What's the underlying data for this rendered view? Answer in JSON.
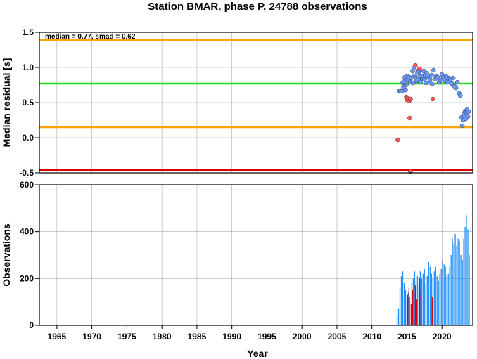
{
  "title": "Station BMAR, phase P, 24788 observations",
  "colors": {
    "grid": "#aaaaaa",
    "median_line": "#22dd22",
    "smad_lines": "#ffa500",
    "lower_line": "#dd0000",
    "point_fill_blue": "#6699ff",
    "point_fill_red": "#ff5555",
    "bar_blue": "#1e90ff",
    "bar_red": "#dd0000"
  },
  "chart_data": [
    {
      "type": "scatter",
      "panel": "top",
      "ylabel": "Median residual [s]",
      "xlim": [
        1962.5,
        2024.4
      ],
      "ylim": [
        -0.5,
        1.5
      ],
      "x_ticks": [
        1965,
        1970,
        1975,
        1980,
        1985,
        1990,
        1995,
        2000,
        2005,
        2010,
        2015,
        2020
      ],
      "y_ticks": [
        -0.5,
        0.0,
        0.5,
        1.0,
        1.5
      ],
      "y_tick_labels": [
        "-0.5",
        "0.0",
        "0.5",
        "1.0",
        "1.5"
      ],
      "grid": true,
      "annotation": "median = 0.77, smad = 0.62",
      "hlines": [
        {
          "y": 1.39,
          "color": "#ffa500"
        },
        {
          "y": 0.77,
          "color": "#22dd22"
        },
        {
          "y": 0.15,
          "color": "#ffa500"
        },
        {
          "y": -0.46,
          "color": "#dd0000"
        }
      ],
      "series": [
        {
          "color": "#6699ff",
          "points": [
            [
              2013.9,
              0.66
            ],
            [
              2014.1,
              0.67
            ],
            [
              2014.3,
              0.66
            ],
            [
              2014.4,
              0.78
            ],
            [
              2014.5,
              0.72
            ],
            [
              2014.6,
              0.8
            ],
            [
              2014.7,
              0.86
            ],
            [
              2014.8,
              0.68
            ],
            [
              2014.9,
              0.75
            ],
            [
              2015.0,
              0.88
            ],
            [
              2015.1,
              0.82
            ],
            [
              2015.3,
              0.86
            ],
            [
              2015.5,
              0.79
            ],
            [
              2015.6,
              0.85
            ],
            [
              2015.8,
              0.95
            ],
            [
              2015.9,
              0.78
            ],
            [
              2016.0,
              0.99
            ],
            [
              2016.1,
              0.88
            ],
            [
              2016.3,
              0.85
            ],
            [
              2016.4,
              0.81
            ],
            [
              2016.5,
              0.93
            ],
            [
              2016.6,
              0.83
            ],
            [
              2016.7,
              0.96
            ],
            [
              2016.8,
              0.9
            ],
            [
              2016.9,
              0.79
            ],
            [
              2017.0,
              0.87
            ],
            [
              2017.2,
              0.84
            ],
            [
              2017.3,
              0.88
            ],
            [
              2017.4,
              0.95
            ],
            [
              2017.5,
              0.83
            ],
            [
              2017.6,
              0.89
            ],
            [
              2017.7,
              0.78
            ],
            [
              2017.8,
              0.92
            ],
            [
              2017.9,
              0.86
            ],
            [
              2018.0,
              0.88
            ],
            [
              2018.2,
              0.79
            ],
            [
              2018.3,
              0.83
            ],
            [
              2018.5,
              0.89
            ],
            [
              2018.6,
              0.76
            ],
            [
              2018.8,
              0.96
            ],
            [
              2019.0,
              0.83
            ],
            [
              2019.2,
              0.88
            ],
            [
              2019.4,
              0.86
            ],
            [
              2019.6,
              0.79
            ],
            [
              2019.8,
              0.82
            ],
            [
              2020.0,
              0.9
            ],
            [
              2020.2,
              0.86
            ],
            [
              2020.4,
              0.81
            ],
            [
              2020.6,
              0.87
            ],
            [
              2020.8,
              0.79
            ],
            [
              2021.0,
              0.85
            ],
            [
              2021.2,
              0.83
            ],
            [
              2021.4,
              0.77
            ],
            [
              2021.6,
              0.85
            ],
            [
              2021.8,
              0.73
            ],
            [
              2022.0,
              0.71
            ],
            [
              2022.2,
              0.79
            ],
            [
              2022.4,
              0.64
            ],
            [
              2022.6,
              0.6
            ],
            [
              2022.8,
              0.29
            ],
            [
              2022.9,
              0.17
            ],
            [
              2023.0,
              0.25
            ],
            [
              2023.1,
              0.33
            ],
            [
              2023.2,
              0.3
            ],
            [
              2023.3,
              0.38
            ],
            [
              2023.4,
              0.27
            ],
            [
              2023.5,
              0.36
            ],
            [
              2023.6,
              0.4
            ],
            [
              2023.7,
              0.3
            ],
            [
              2023.8,
              0.37
            ]
          ]
        },
        {
          "color": "#ff5555",
          "points": [
            [
              2013.7,
              -0.03
            ],
            [
              2014.9,
              0.58
            ],
            [
              2015.0,
              0.54
            ],
            [
              2015.1,
              0.56
            ],
            [
              2015.3,
              0.52
            ],
            [
              2015.4,
              0.28
            ],
            [
              2015.5,
              0.55
            ],
            [
              2015.5,
              -0.48
            ],
            [
              2016.2,
              1.03
            ],
            [
              2016.8,
              0.98
            ],
            [
              2018.7,
              0.55
            ]
          ]
        }
      ]
    },
    {
      "type": "bar",
      "panel": "bottom",
      "xlabel": "Year",
      "ylabel": "Observations",
      "xlim": [
        1962.5,
        2024.4
      ],
      "ylim": [
        0,
        600
      ],
      "x_ticks": [
        1965,
        1970,
        1975,
        1980,
        1985,
        1990,
        1995,
        2000,
        2005,
        2010,
        2015,
        2020
      ],
      "y_ticks": [
        0,
        200,
        400,
        600
      ],
      "grid": true,
      "series": [
        {
          "color": "#1e90ff",
          "bars": [
            [
              2013.6,
              40
            ],
            [
              2013.8,
              70
            ],
            [
              2014.0,
              160
            ],
            [
              2014.2,
              210
            ],
            [
              2014.4,
              230
            ],
            [
              2014.6,
              180
            ],
            [
              2014.8,
              150
            ],
            [
              2015.0,
              110
            ],
            [
              2015.2,
              140
            ],
            [
              2015.4,
              120
            ],
            [
              2015.7,
              180
            ],
            [
              2015.9,
              200
            ],
            [
              2016.1,
              230
            ],
            [
              2016.3,
              190
            ],
            [
              2016.5,
              210
            ],
            [
              2016.7,
              170
            ],
            [
              2016.9,
              230
            ],
            [
              2017.1,
              200
            ],
            [
              2017.3,
              220
            ],
            [
              2017.5,
              240
            ],
            [
              2017.7,
              180
            ],
            [
              2017.9,
              210
            ],
            [
              2018.1,
              270
            ],
            [
              2018.3,
              250
            ],
            [
              2018.5,
              220
            ],
            [
              2018.7,
              200
            ],
            [
              2018.9,
              230
            ],
            [
              2019.1,
              250
            ],
            [
              2019.3,
              210
            ],
            [
              2019.5,
              190
            ],
            [
              2019.7,
              220
            ],
            [
              2019.9,
              240
            ],
            [
              2020.1,
              280
            ],
            [
              2020.3,
              260
            ],
            [
              2020.5,
              250
            ],
            [
              2020.7,
              210
            ],
            [
              2020.9,
              220
            ],
            [
              2021.1,
              250
            ],
            [
              2021.3,
              300
            ],
            [
              2021.5,
              370
            ],
            [
              2021.7,
              350
            ],
            [
              2021.9,
              390
            ],
            [
              2022.1,
              340
            ],
            [
              2022.3,
              370
            ],
            [
              2022.5,
              360
            ],
            [
              2022.7,
              300
            ],
            [
              2022.9,
              280
            ],
            [
              2023.1,
              370
            ],
            [
              2023.3,
              420
            ],
            [
              2023.5,
              470
            ],
            [
              2023.7,
              410
            ],
            [
              2023.9,
              300
            ]
          ]
        },
        {
          "color": "#dd0000",
          "bars": [
            [
              2015.1,
              130
            ],
            [
              2015.3,
              160
            ],
            [
              2015.6,
              90
            ],
            [
              2015.8,
              150
            ],
            [
              2016.2,
              170
            ],
            [
              2016.4,
              110
            ],
            [
              2016.8,
              200
            ],
            [
              2017.0,
              140
            ],
            [
              2018.6,
              120
            ]
          ]
        }
      ]
    }
  ]
}
